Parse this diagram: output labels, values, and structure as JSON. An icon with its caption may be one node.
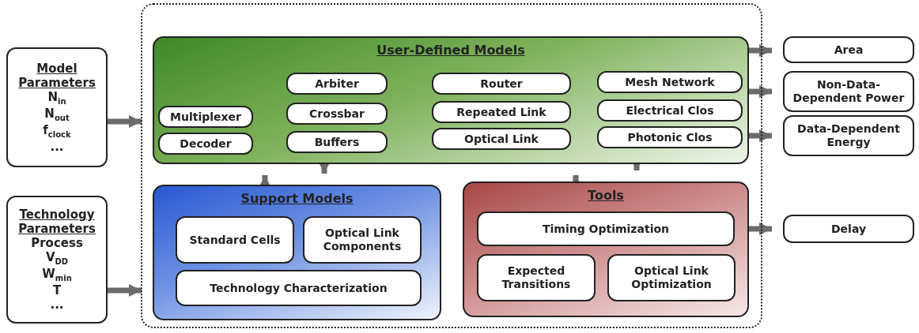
{
  "diagram": {
    "nodes": [
      {
        "text": [
          "Model Parameters",
          "N$_{in}$",
          "N$_{out}$",
          "f$_{clock}$",
          "..."
        ]
      },
      {
        "text": [
          "Technology Parameters",
          "Process",
          "V$_{DD}$",
          "W$_{min}$",
          "T",
          "..."
        ]
      },
      {
        "text": [],
        "shape": "box"
      },
      {
        "text": [
          "User-Defined Models"
        ],
        "in": 2
      },
      {
        "text": [
          "Multiplexer"
        ],
        "in": 3
      },
      {
        "text": [
          "Decoder"
        ],
        "in": 3
      },
      {
        "text": [
          "Arbiter"
        ],
        "in": 3
      },
      {
        "text": [
          "Crossbar"
        ],
        "in": 3
      },
      {
        "text": [
          "Buffers"
        ],
        "in": 3
      },
      {
        "text": [
          "Router"
        ],
        "in": 3
      },
      {
        "text": [
          "Repeated Link"
        ],
        "in": 3
      },
      {
        "text": [
          "Optical Link"
        ],
        "in": 3
      },
      {
        "text": [
          "Mesh Network"
        ],
        "in": 3
      },
      {
        "text": [
          "Electrical Clos"
        ],
        "in": 3
      },
      {
        "text": [
          "Photonic Clos"
        ],
        "in": 3
      },
      {
        "text": [
          "Support Models"
        ],
        "in": 2
      },
      {
        "text": [
          "Standard Cells"
        ],
        "in": 15
      },
      {
        "text": [
          "Optical Link Components"
        ],
        "in": 15
      },
      {
        "text": [
          "Technology Characterization"
        ],
        "in": 15
      },
      {
        "text": [
          "Tools"
        ],
        "in": 2
      },
      {
        "text": [
          "Timing Optimization"
        ],
        "in": 19
      },
      {
        "text": [
          "Expected Transitions"
        ],
        "in": 19
      },
      {
        "text": [
          "Optical Link Optimization"
        ],
        "in": 19
      },
      {
        "text": [
          "Area"
        ]
      },
      {
        "text": [
          "Non-Data-Dependent Power"
        ]
      },
      {
        "text": [
          "Data-Dependent Energy"
        ]
      },
      {
        "text": [
          "Delay"
        ]
      }
    ],
    "edges": [
      {
        "from": 0,
        "to": 3,
        "arrow": "to"
      },
      {
        "from": 1,
        "to": 15,
        "arrow": "to"
      },
      {
        "from": 15,
        "to": 3,
        "arrow": "to"
      },
      {
        "from": 3,
        "to": 15,
        "arrow": "to"
      },
      {
        "from": 19,
        "to": 3,
        "arrow": "to"
      },
      {
        "from": 3,
        "to": 19,
        "arrow": "to"
      },
      {
        "from": 3,
        "to": 23,
        "arrow": "to"
      },
      {
        "from": 3,
        "to": 24,
        "arrow": "to"
      },
      {
        "from": 3,
        "to": 25,
        "arrow": "to"
      },
      {
        "from": 19,
        "to": 26,
        "arrow": "to"
      }
    ]
  }
}
